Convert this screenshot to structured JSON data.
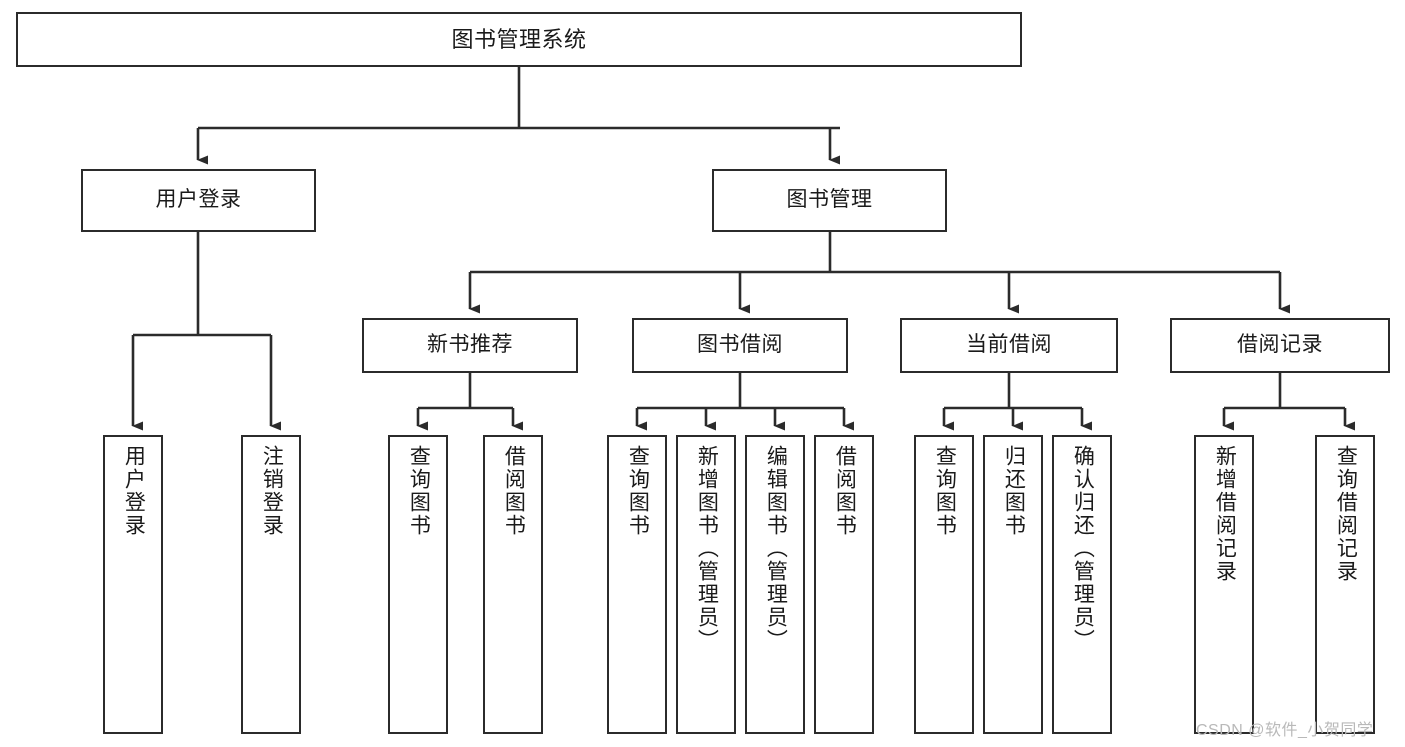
{
  "diagram": {
    "title": "图书管理系统",
    "type": "功能结构图",
    "style": {
      "box_border_color": "#2b2b2b",
      "box_fill_color": "#ffffff",
      "edge_color": "#2b2b2b",
      "text_color": "#1a1a1a",
      "background": "#ffffff",
      "watermark_color": "#b9b9b9"
    }
  },
  "nodes": {
    "root": {
      "id": "root",
      "label": "图书管理系统",
      "level": 1,
      "orientation": "horizontal"
    },
    "level2": [
      {
        "id": "user-login",
        "label": "用户登录",
        "level": 2,
        "orientation": "horizontal"
      },
      {
        "id": "book-management",
        "label": "图书管理",
        "level": 2,
        "orientation": "horizontal"
      }
    ],
    "level3": [
      {
        "id": "new-book-recommend",
        "label": "新书推荐",
        "level": 3,
        "orientation": "horizontal",
        "parent": "book-management"
      },
      {
        "id": "book-borrow",
        "label": "图书借阅",
        "level": 3,
        "orientation": "horizontal",
        "parent": "book-management"
      },
      {
        "id": "current-borrow",
        "label": "当前借阅",
        "level": 3,
        "orientation": "horizontal",
        "parent": "book-management"
      },
      {
        "id": "borrow-record",
        "label": "借阅记录",
        "level": 3,
        "orientation": "horizontal",
        "parent": "book-management"
      }
    ],
    "leaves": [
      {
        "id": "leaf-user-login",
        "label": "用户登录",
        "parent": "user-login",
        "orientation": "vertical"
      },
      {
        "id": "leaf-logout-login",
        "label": "注销登录",
        "parent": "user-login",
        "orientation": "vertical"
      },
      {
        "id": "leaf-query-book-recommend",
        "label": "查询图书",
        "parent": "new-book-recommend",
        "orientation": "vertical"
      },
      {
        "id": "leaf-borrow-book-recommend",
        "label": "借阅图书",
        "parent": "new-book-recommend",
        "orientation": "vertical"
      },
      {
        "id": "leaf-query-book-borrow",
        "label": "查询图书",
        "parent": "book-borrow",
        "orientation": "vertical"
      },
      {
        "id": "leaf-add-book-admin",
        "label": "新增图书（管理员）",
        "parent": "book-borrow",
        "orientation": "vertical"
      },
      {
        "id": "leaf-edit-book-admin",
        "label": "编辑图书（管理员）",
        "parent": "book-borrow",
        "orientation": "vertical"
      },
      {
        "id": "leaf-borrow-book",
        "label": "借阅图书",
        "parent": "book-borrow",
        "orientation": "vertical"
      },
      {
        "id": "leaf-query-book-current",
        "label": "查询图书",
        "parent": "current-borrow",
        "orientation": "vertical"
      },
      {
        "id": "leaf-return-book",
        "label": "归还图书",
        "parent": "current-borrow",
        "orientation": "vertical"
      },
      {
        "id": "leaf-confirm-return-admin",
        "label": "确认归还（管理员）",
        "parent": "current-borrow",
        "orientation": "vertical"
      },
      {
        "id": "leaf-add-borrow-record",
        "label": "新增借阅记录",
        "parent": "borrow-record",
        "orientation": "vertical"
      },
      {
        "id": "leaf-query-borrow-record",
        "label": "查询借阅记录",
        "parent": "borrow-record",
        "orientation": "vertical"
      }
    ]
  },
  "watermark": {
    "text": "CSDN @软件_小贺同学"
  }
}
